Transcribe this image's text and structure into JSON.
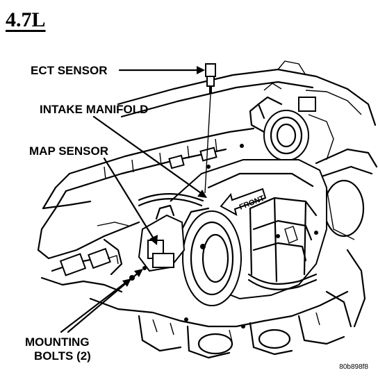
{
  "title": "4.7L",
  "labels": {
    "ect_sensor": "ECT SENSOR",
    "intake_manifold": "INTAKE MANIFOLD",
    "map_sensor": "MAP SENSOR",
    "mounting_bolts_line1": "MOUNTING",
    "mounting_bolts_line2": "BOLTS (2)"
  },
  "manifold_marking": "FRONT",
  "figure_id": "80b898f8"
}
